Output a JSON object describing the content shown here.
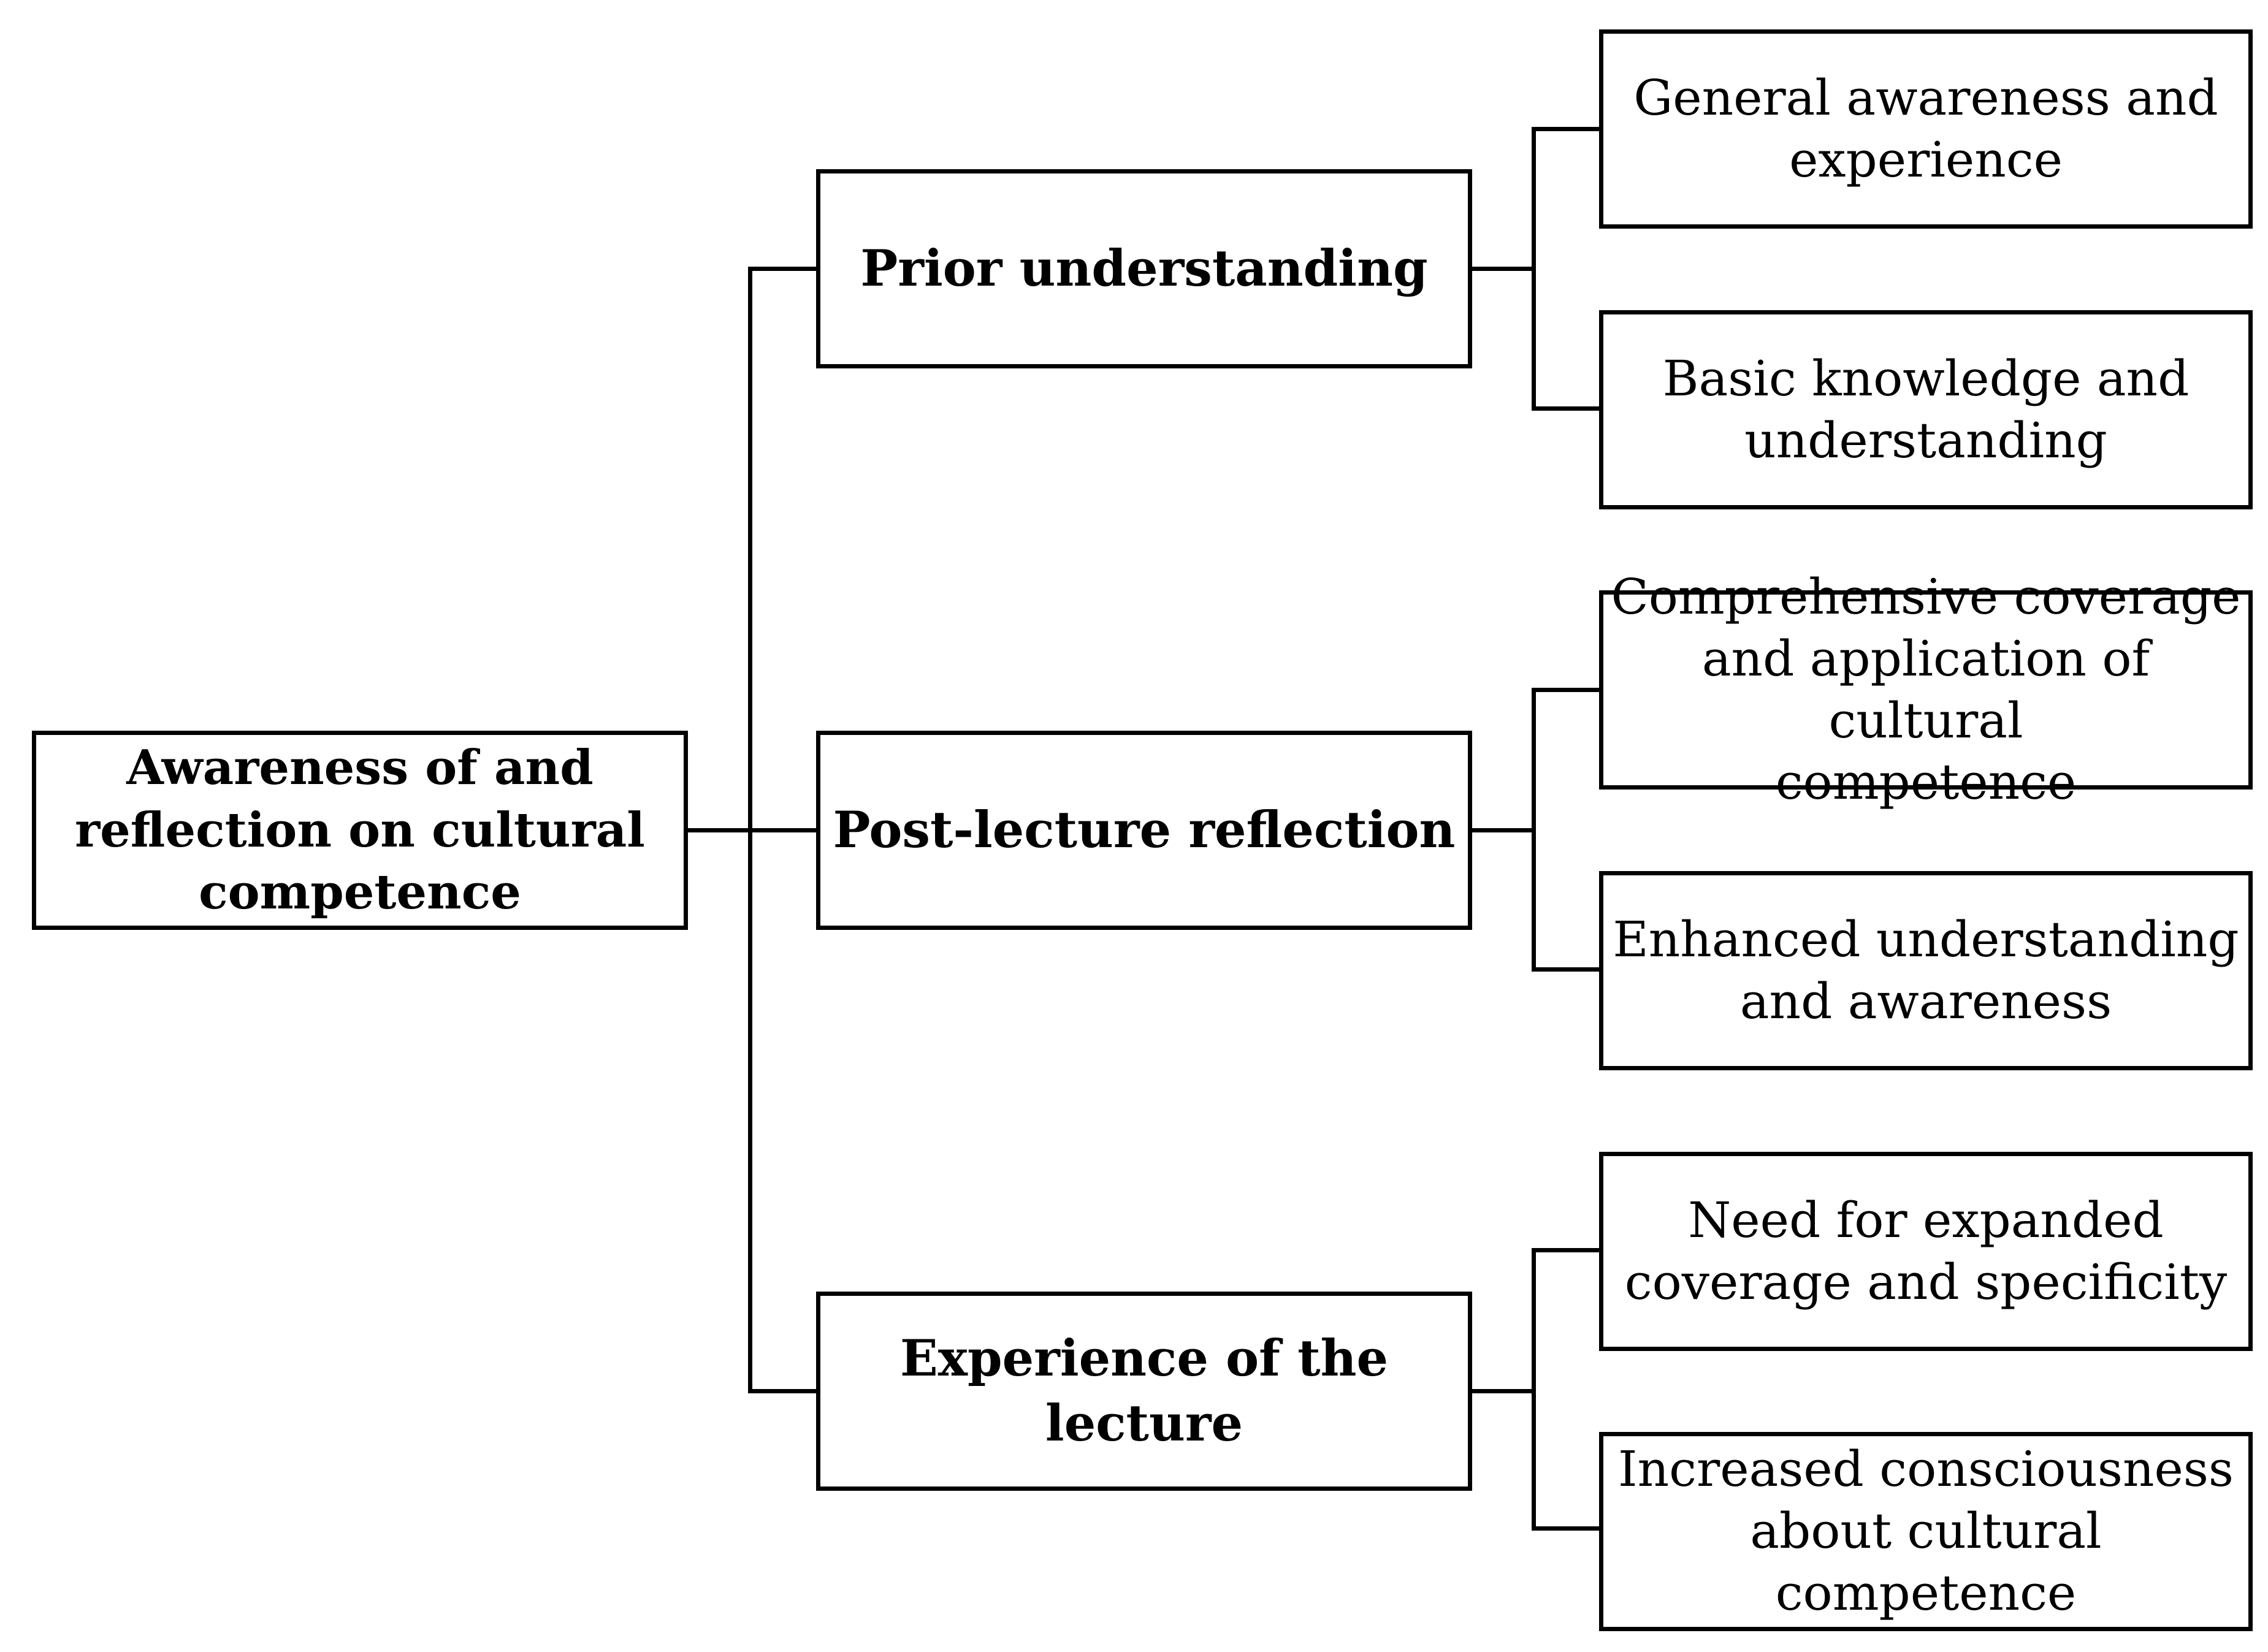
{
  "root": {
    "label": "Awareness of and\nreflection on cultural\ncompetence"
  },
  "themes": [
    {
      "label": "Prior understanding",
      "subthemes": [
        "General awareness and\nexperience",
        "Basic knowledge and\nunderstanding"
      ]
    },
    {
      "label": "Post-lecture reflection",
      "subthemes": [
        "Comprehensive coverage\nand application of cultural\ncompetence",
        "Enhanced understanding\nand awareness"
      ]
    },
    {
      "label": "Experience of the lecture",
      "subthemes": [
        "Need for expanded\ncoverage and specificity",
        "Increased consciousness\nabout cultural competence"
      ]
    }
  ],
  "colors": {
    "line": "#000000",
    "box_fill": "#ffffff",
    "text": "#000000"
  }
}
